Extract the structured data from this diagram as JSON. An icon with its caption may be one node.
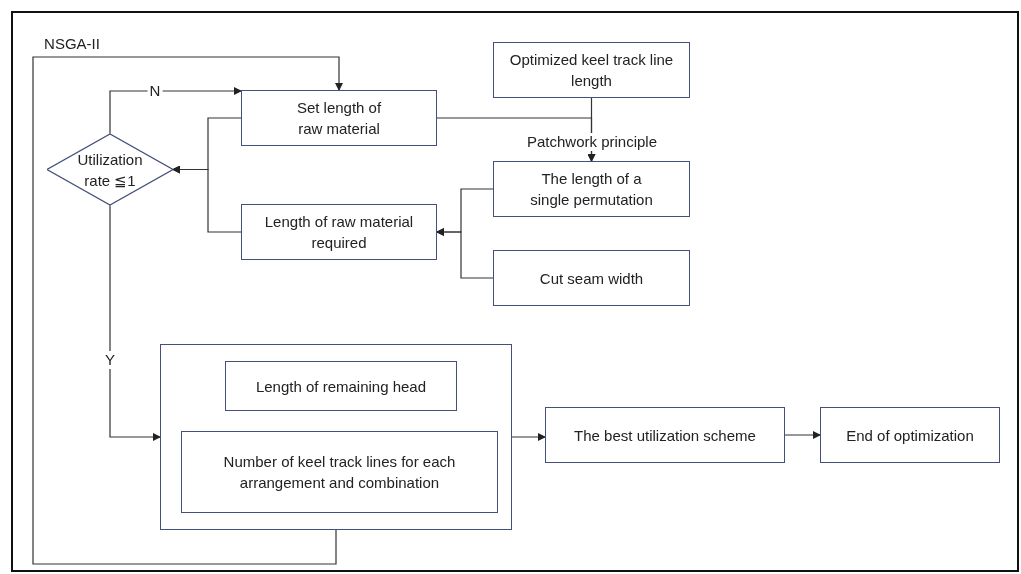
{
  "diagram": {
    "nodes": [
      {
        "text": [
          "Set length of raw material"
        ]
      },
      {
        "text": [
          "Optimized keel track line length"
        ]
      },
      {
        "text": [
          "Utilization rate ≦1"
        ]
      },
      {
        "text": [
          "Length of raw material required"
        ]
      },
      {
        "text": [
          "The length of a single permutation"
        ]
      },
      {
        "text": [
          "Cut seam width"
        ]
      },
      {
        "text": [],
        "shape": "box"
      },
      {
        "text": [
          "Length of remaining head"
        ],
        "in": 6
      },
      {
        "text": [
          "Number of keel track lines for each arrangement and combination"
        ],
        "in": 6
      },
      {
        "text": [
          "The best utilization scheme"
        ]
      },
      {
        "text": [
          "End of optimization"
        ]
      }
    ],
    "edges": [
      {
        "from": 2,
        "to": 0,
        "arrow": "to",
        "label": "N"
      },
      {
        "from": 0,
        "to": 2,
        "arrow": "to"
      },
      {
        "from": 3,
        "to": 2,
        "arrow": "to"
      },
      {
        "from": 0,
        "to": 4,
        "arrow": "to"
      },
      {
        "from": 1,
        "to": 4,
        "arrow": "to",
        "label": "Patchwork principle"
      },
      {
        "from": 4,
        "to": 3,
        "arrow": "to"
      },
      {
        "from": 5,
        "to": 3,
        "arrow": "to"
      },
      {
        "from": 2,
        "to": 6,
        "arrow": "to",
        "label": "Y"
      },
      {
        "from": 6,
        "to": 0,
        "arrow": "to",
        "label": "NSGA-II"
      },
      {
        "from": 6,
        "to": 9,
        "arrow": "to"
      },
      {
        "from": 9,
        "to": 10,
        "arrow": "to"
      }
    ]
  }
}
